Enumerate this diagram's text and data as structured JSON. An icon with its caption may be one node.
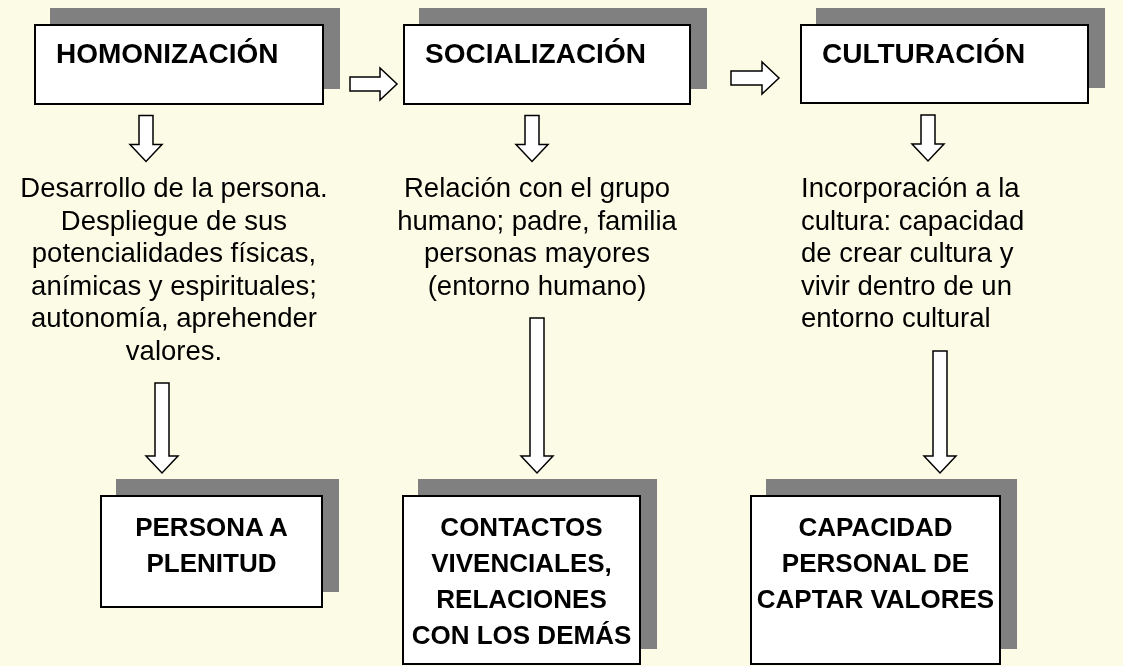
{
  "diagram": {
    "nodes": [
      {
        "text": [
          "HOMONIZACIÓN"
        ]
      },
      {
        "text": [
          "SOCIALIZACIÓN"
        ]
      },
      {
        "text": [
          "CULTURACIÓN"
        ]
      },
      {
        "text": [
          "Desarrollo de la persona. Despliegue de sus potencialidades físicas, anímicas y espirituales; autonomía, aprehender valores."
        ]
      },
      {
        "text": [
          "Relación con el grupo humano; padre, familia personas mayores (entorno humano)"
        ]
      },
      {
        "text": [
          "Incorporación a la cultura: capacidad de crear cultura y vivir dentro de un entorno cultural"
        ]
      },
      {
        "text": [
          "PERSONA A PLENITUD"
        ]
      },
      {
        "text": [
          "CONTACTOS VIVENCIALES, RELACIONES CON LOS DEMÁS"
        ]
      },
      {
        "text": [
          "CAPACIDAD PERSONAL DE CAPTAR VALORES"
        ]
      }
    ],
    "edges": [
      {
        "from": 0,
        "to": 1,
        "arrow": "to"
      },
      {
        "from": 1,
        "to": 2,
        "arrow": "to"
      },
      {
        "from": 0,
        "to": 3,
        "arrow": "to"
      },
      {
        "from": 1,
        "to": 4,
        "arrow": "to"
      },
      {
        "from": 2,
        "to": 5,
        "arrow": "to"
      },
      {
        "from": 3,
        "to": 6,
        "arrow": "to"
      },
      {
        "from": 4,
        "to": 7,
        "arrow": "to"
      },
      {
        "from": 5,
        "to": 8,
        "arrow": "to"
      }
    ]
  }
}
